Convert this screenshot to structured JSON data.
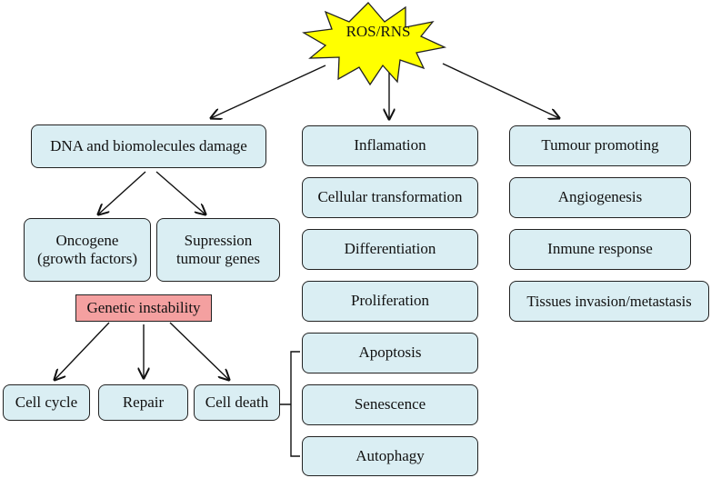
{
  "root": {
    "label": "ROS/RNS"
  },
  "colors": {
    "box_fill": "#daeef3",
    "burst_fill": "#ffff00",
    "highlight_fill": "#f4a0a0",
    "stroke": "#222222"
  },
  "left": {
    "header": "DNA and biomolecules damage",
    "oncogene": "Oncogene\n(growth factors)",
    "suppression": "Supression\ntumour genes",
    "genetic_instability": "Genetic instability",
    "outcomes": [
      "Cell cycle",
      "Repair",
      "Cell death"
    ]
  },
  "middle": {
    "items": [
      "Inflamation",
      "Cellular transformation",
      "Differentiation",
      "Proliferation"
    ],
    "cell_death_modes": [
      "Apoptosis",
      "Senescence",
      "Autophagy"
    ]
  },
  "right": {
    "items": [
      "Tumour promoting",
      "Angiogenesis",
      "Inmune response",
      "Tissues invasion/metastasis"
    ]
  }
}
